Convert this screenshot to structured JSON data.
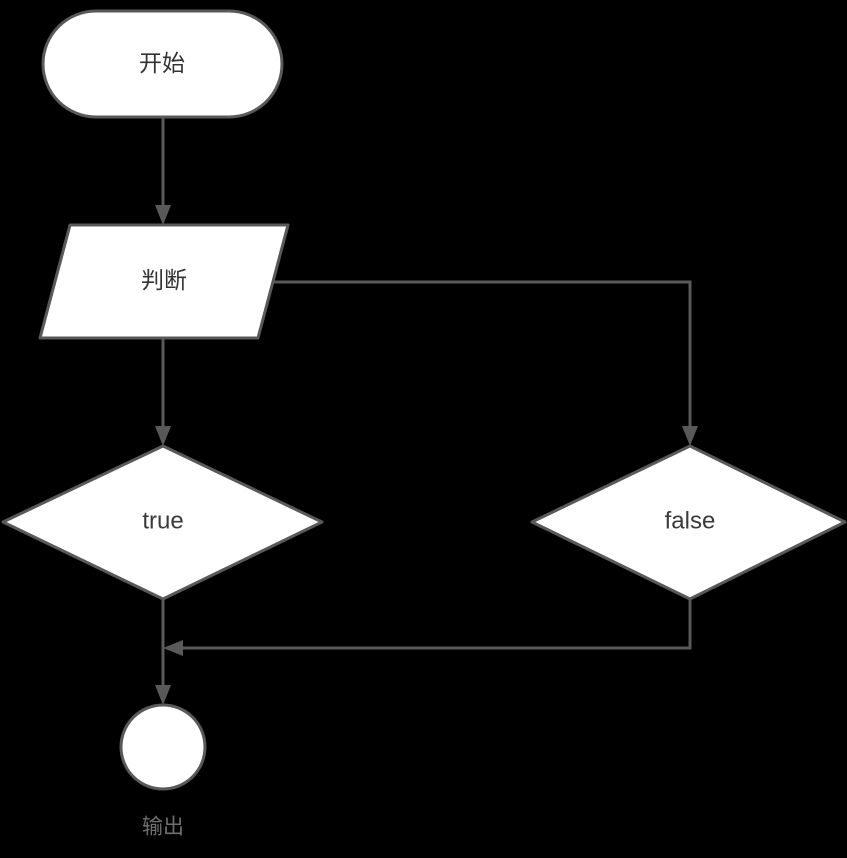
{
  "diagram": {
    "title": "flowchart",
    "background_color": "#000000",
    "shape_fill": "#ffffff",
    "stroke_color": "#595959",
    "label_color": "#333333",
    "caption_color": "#6f6f6f",
    "nodes": [
      {
        "id": "start",
        "label": "开始",
        "shape": "stadium",
        "name": "start-node"
      },
      {
        "id": "decision",
        "label": "判断",
        "shape": "parallelogram",
        "name": "decision-node"
      },
      {
        "id": "true-branch",
        "label": "true",
        "shape": "diamond",
        "name": "true-node"
      },
      {
        "id": "false-branch",
        "label": "false",
        "shape": "diamond",
        "name": "false-node"
      },
      {
        "id": "output",
        "label": "",
        "caption": "输出",
        "shape": "circle",
        "name": "output-node"
      }
    ],
    "edges": [
      {
        "from": "start",
        "to": "decision",
        "label": "",
        "name": "edge-start-to-decision"
      },
      {
        "from": "decision",
        "to": "true-branch",
        "label": "",
        "name": "edge-decision-to-true"
      },
      {
        "from": "decision",
        "to": "false-branch",
        "label": "",
        "name": "edge-decision-to-false"
      },
      {
        "from": "true-branch",
        "to": "output",
        "label": "",
        "name": "edge-true-to-output"
      },
      {
        "from": "false-branch",
        "to": "output",
        "label": "",
        "name": "edge-false-to-output"
      }
    ]
  }
}
